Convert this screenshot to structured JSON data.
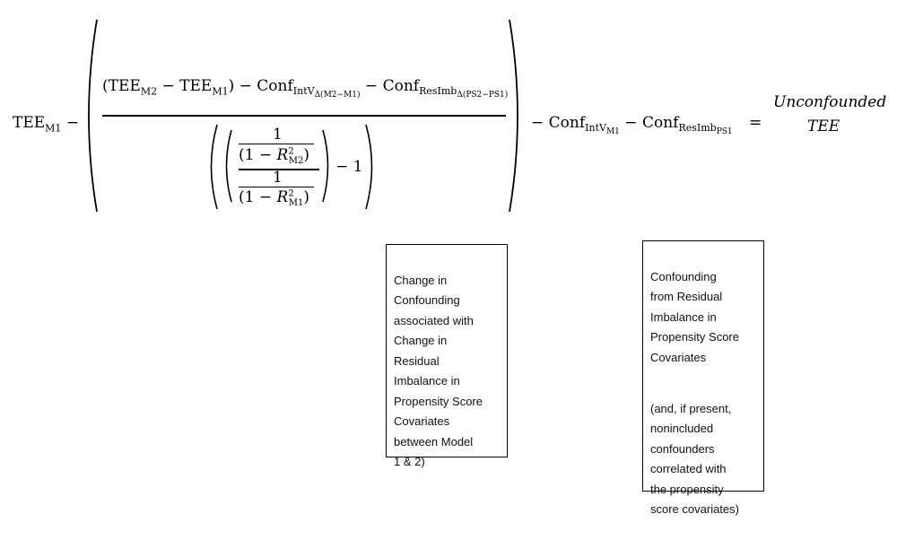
{
  "equation": {
    "tee": "TEE",
    "m1": "M1",
    "m2": "M2",
    "minus": "−",
    "equals": "=",
    "conf": "Conf",
    "intv": "IntV",
    "resimb": "ResImb",
    "delta_m": "Δ(M2−M1)",
    "delta_ps": "Δ(PS2−PS1)",
    "ps1": "PS1",
    "one": "1",
    "one_minus_open": "(1 −",
    "r": "R",
    "sq": "2",
    "close": ")",
    "open": "(",
    "rhs_line1": "Unconfounded",
    "rhs_line2": "TEE"
  },
  "notes": {
    "change": "Change in\nConfounding\nassociated with\nChange in\nResidual\nImbalance in\nPropensity Score\nCovariates\nbetween Model\n1 & 2)",
    "residual_main": "Confounding\nfrom Residual\nImbalance in\nPropensity Score\nCovariates",
    "residual_extra": "(and, if present,\nnonincluded\nconfounders\ncorrelated with\nthe propensity\nscore covariates)"
  }
}
